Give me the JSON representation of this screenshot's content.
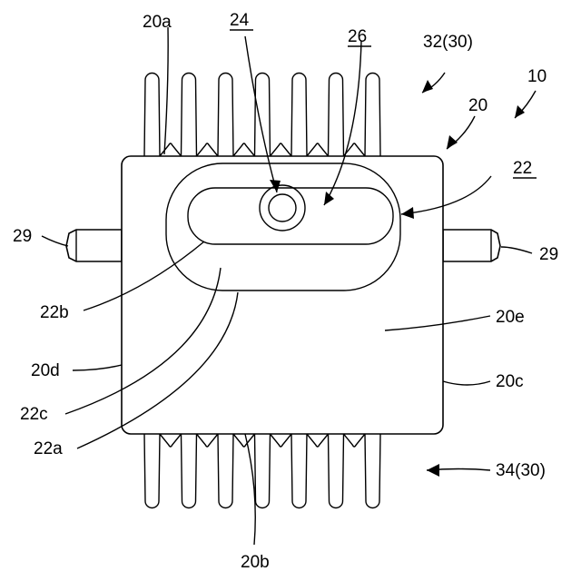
{
  "figure": {
    "labels": {
      "device": "10",
      "body": "20",
      "top_side": "20a",
      "bottom_side": "20b",
      "right_side": "20c",
      "left_side": "20d",
      "front_face": "20e",
      "recess": "22",
      "recess_bottom": "22a",
      "recess_step": "22b",
      "recess_wall": "22c",
      "boss": "24",
      "slot": "26",
      "pin_left": "29",
      "pin_right": "29",
      "upper_fins": "32(30)",
      "lower_fins": "34(30)"
    },
    "underlined": [
      "recess",
      "boss",
      "slot"
    ],
    "fin_count_top": 7,
    "fin_count_bottom": 7
  }
}
